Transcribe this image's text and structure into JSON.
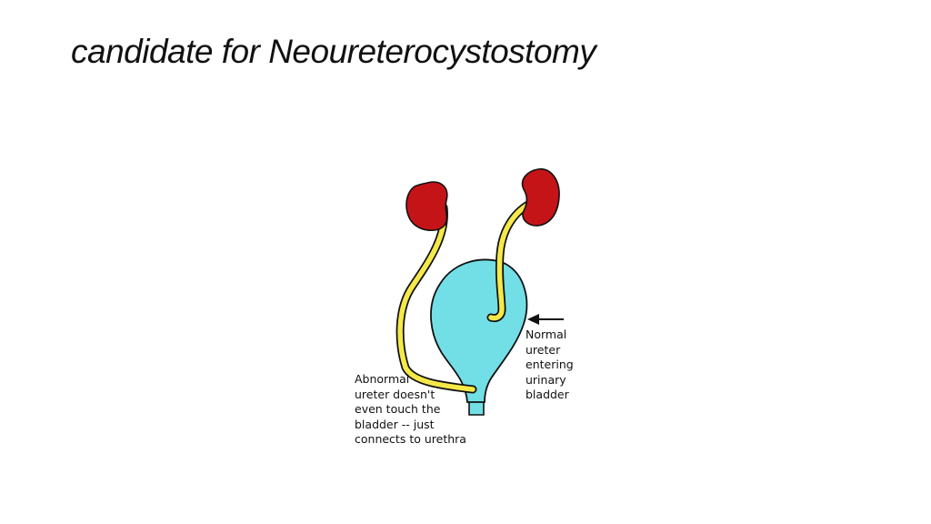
{
  "slide": {
    "title": "candidate for Neoureterocystostomy"
  },
  "diagram": {
    "normal_label": [
      "Normal",
      "ureter",
      "entering",
      "urinary",
      "bladder"
    ],
    "abnormal_label": [
      "Abnormal",
      "ureter doesn't",
      "even touch the",
      "bladder -- just",
      "connects to urethra"
    ],
    "colors": {
      "kidney": "#c41418",
      "ureter": "#f5e94a",
      "bladder": "#72dfe7",
      "outline": "#111111"
    }
  }
}
